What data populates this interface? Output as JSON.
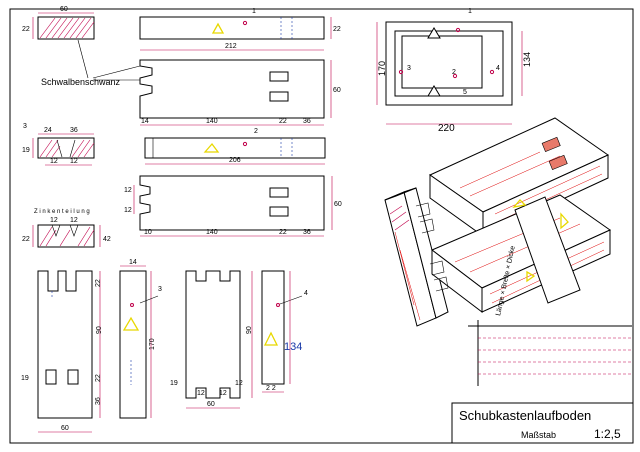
{
  "title_block": {
    "title": "Schubkastenlaufboden",
    "scale_label": "Maßstab",
    "scale_value": "1:2,5"
  },
  "labels": {
    "dovetail": "Schwalbenschwanz",
    "zinken": "Z i n k e n t e i l u n g",
    "iso_dims": "Länge × Breite × Dicke"
  },
  "dims": {
    "p1_width": "60",
    "p1_height": "22",
    "top_len": "212",
    "top_h": "22",
    "top_num": "1",
    "mid_h": "60",
    "mid_14": "14",
    "mid_140": "140",
    "mid_22": "22",
    "mid_36": "36",
    "sec_3": "3",
    "sec_24": "24",
    "sec_36": "36",
    "sec_19": "19",
    "sec_12a": "12",
    "sec_12b": "12",
    "part2_len": "206",
    "part2_num": "2",
    "low_12a": "12",
    "low_12b": "12",
    "low_60": "60",
    "low_10": "10",
    "low_140": "140",
    "low_22": "22",
    "low_36": "36",
    "z_22": "22",
    "z_42": "42",
    "z_12a": "12",
    "z_12b": "12",
    "frame_170": "170",
    "frame_134": "134",
    "frame_220": "220",
    "frame_n1": "1",
    "frame_n2": "2",
    "frame_n3": "3",
    "frame_n4": "4",
    "frame_n5": "5",
    "v1_22": "22",
    "v1_90": "90",
    "v1_22b": "22",
    "v1_36": "36",
    "v1_19": "19",
    "v1_60": "60",
    "v2_14": "14",
    "v2_170": "170",
    "v2_3": "3",
    "v3_90": "90",
    "v3_19": "19",
    "v3_12a": "12",
    "v3_12b": "12",
    "v3_60": "60",
    "v3_12c": "12",
    "v4_134": "134",
    "v4_4": "4",
    "v4_22": "2 2"
  },
  "colors": {
    "dimension": "#c0004a",
    "hidden_line": "#1a3aa8",
    "marker": "#e8d800",
    "grain": "#d00000"
  }
}
